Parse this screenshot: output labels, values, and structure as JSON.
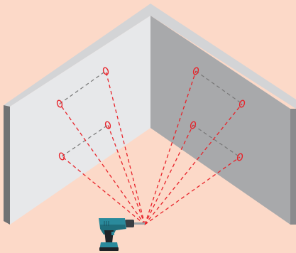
{
  "colors": {
    "background": "#fcd9c8",
    "left_wall_face": "#e6e7e9",
    "right_wall_face": "#a7a8aa",
    "wall_top": "#cfd0d2",
    "wall_edge_dark": "#6f7072",
    "guide_line": "#7a7a7a",
    "laser_line": "#e8242b",
    "drill_body": "#2a8a9c",
    "drill_dark": "#1f6e7c",
    "drill_grip": "#1f2328",
    "drill_battery": "#1f2328"
  },
  "scene": {
    "walls": [
      "left-wall",
      "right-wall"
    ],
    "drill_marks": [
      {
        "wall": "left",
        "label": "left-top-left-mark"
      },
      {
        "wall": "left",
        "label": "left-top-right-mark"
      },
      {
        "wall": "left",
        "label": "left-bottom-left-mark"
      },
      {
        "wall": "left",
        "label": "left-bottom-right-mark"
      },
      {
        "wall": "right",
        "label": "right-top-left-mark"
      },
      {
        "wall": "right",
        "label": "right-top-right-mark"
      },
      {
        "wall": "right",
        "label": "right-bottom-left-mark"
      },
      {
        "wall": "right",
        "label": "right-bottom-right-mark"
      }
    ],
    "tool": "cordless-drill-icon"
  }
}
